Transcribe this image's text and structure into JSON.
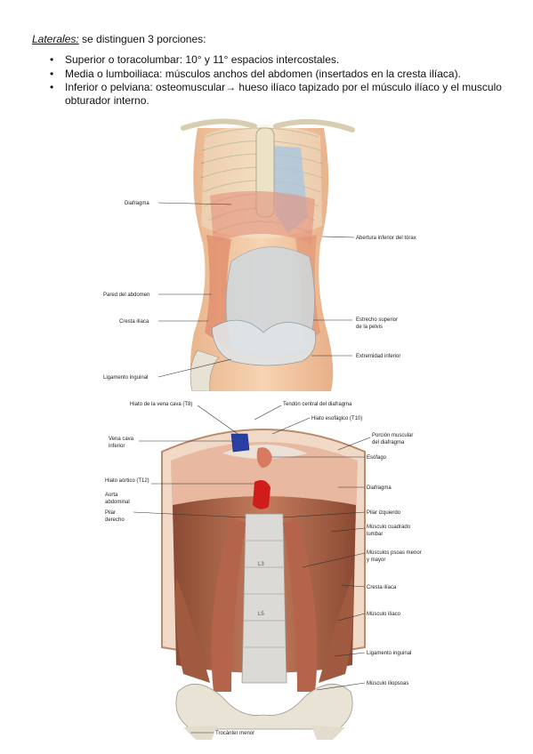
{
  "heading": {
    "term": "Laterales:",
    "rest": " se distinguen 3 porciones:"
  },
  "bullets": [
    "Superior o toracolumbar: 10° y 11° espacios intercostales.",
    "Media o lumboiliaca: músculos anchos del abdomen (insertados en la cresta ilíaca).",
    "Inferior o pelviana: osteomuscular→ hueso ilíaco tapizado por el músculo ilíaco y el musculo obturador interno."
  ],
  "figure1": {
    "labels": {
      "diafragma": "Diafragma",
      "abertura": "Abertura inferior del tórax",
      "pared": "Pared del abdomen",
      "cresta": "Cresta ilíaca",
      "estrecho1": "Estrecho superior",
      "estrecho2": "de la pelvis",
      "extremidad": "Extremidad inferior",
      "ligamento": "Ligamento inguinal"
    }
  },
  "figure2": {
    "labels": {
      "hiato_vena": "Hiato de la vena cava (T8)",
      "tendon": "Tendón central del diafragma",
      "hiato_esof": "Hiato esofágico (T10)",
      "porcion1": "Porción muscular",
      "porcion2": "del diafragma",
      "vena1": "Vena cava",
      "vena2": "inferior",
      "esofago": "Esófago",
      "hiato_aort": "Hiato aórtico (T12)",
      "aorta1": "Aorta",
      "aorta2": "abdominal",
      "diafragma": "Diafragma",
      "pilar_d1": "Pilar",
      "pilar_d2": "derecho",
      "pilar_i": "Pilar izquierdo",
      "cuadrado1": "Músculo cuadrado",
      "cuadrado2": "lumbar",
      "psoas1": "Músculos psoas menor",
      "psoas2": "y mayor",
      "cresta": "Cresta ilíaca",
      "iliaco": "Músculo ilíaco",
      "ligamento": "Ligamento inguinal",
      "iliopsoas": "Músculo iliopsoas",
      "trocanter": "Trocánter menor",
      "l3": "L3",
      "l5": "L5"
    }
  }
}
